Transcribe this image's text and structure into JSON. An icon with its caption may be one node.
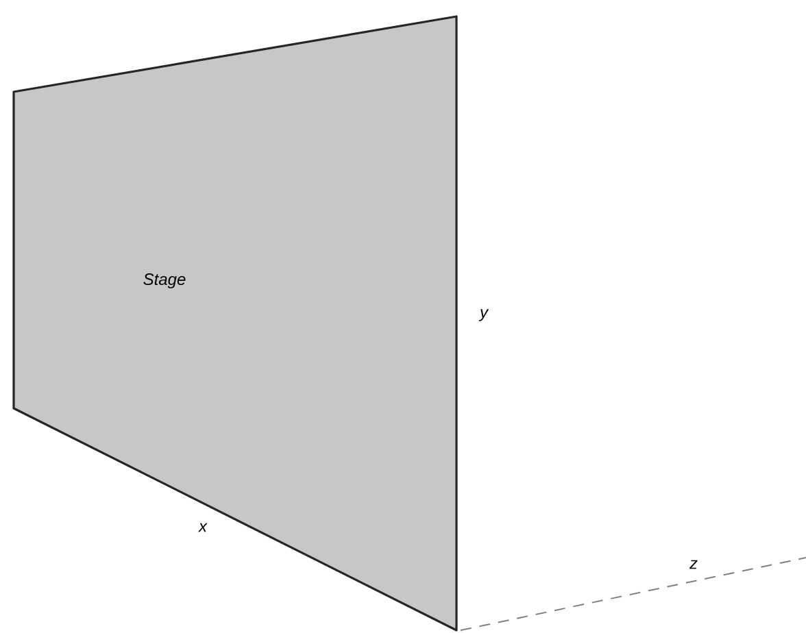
{
  "diagram": {
    "nodes": [
      {
        "text": [
          "Stage"
        ]
      }
    ],
    "labels": [
      "y",
      "x",
      "z"
    ]
  }
}
